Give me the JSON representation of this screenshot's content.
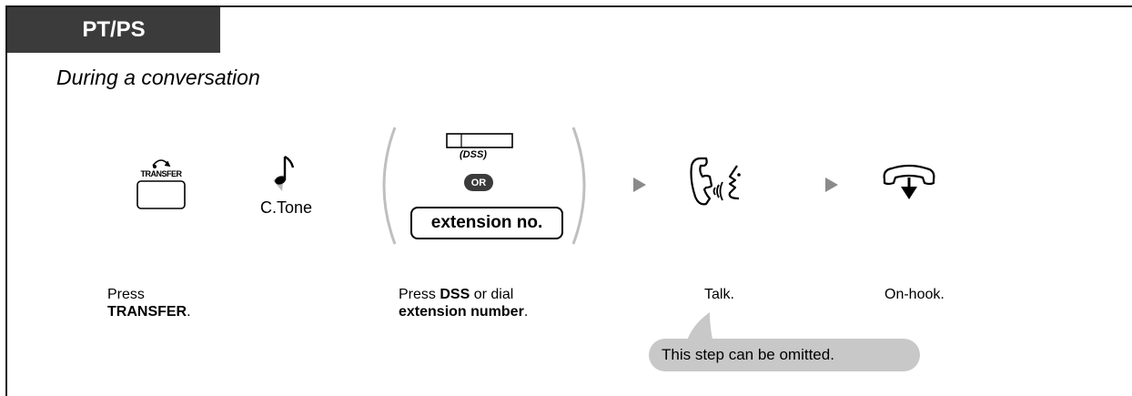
{
  "header": {
    "tab_label": "PT/PS"
  },
  "subtitle": "During a conversation",
  "step1": {
    "button_caption": "TRANSFER",
    "tone_label": "C.Tone",
    "instruction_line1": "Press",
    "instruction_line2": "TRANSFER",
    "instruction_line2_suffix": "."
  },
  "step2": {
    "dss_label": "(DSS)",
    "or_label": "OR",
    "extension_box": "extension no.",
    "instruction_prefix": "Press ",
    "instruction_dss": "DSS",
    "instruction_mid": " or dial",
    "instruction_ext": "extension number",
    "instruction_suffix": "."
  },
  "step3": {
    "instruction": "Talk."
  },
  "step4": {
    "instruction": "On-hook."
  },
  "tip": {
    "text": "This step can be omitted."
  },
  "icons": {
    "transfer": "transfer-button-icon",
    "note": "music-note-icon",
    "dss_button": "dss-button-icon",
    "arrow": "right-triangle-icon",
    "talk": "handset-talk-icon",
    "onhook": "onhook-handset-icon"
  }
}
